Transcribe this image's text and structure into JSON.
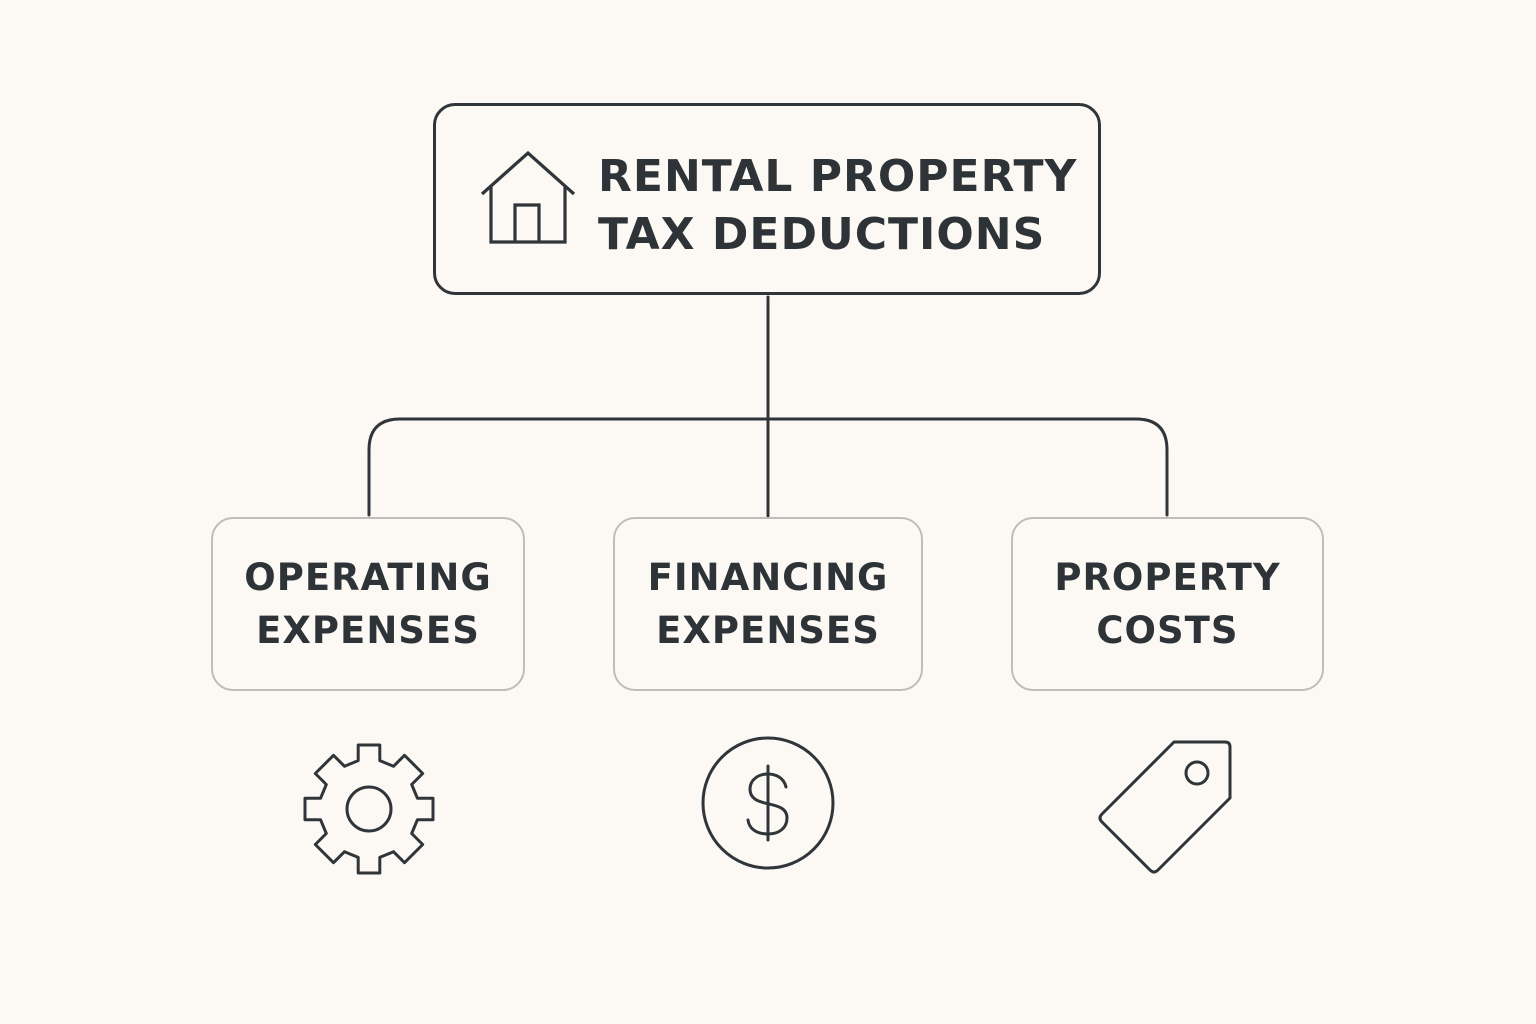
{
  "root": {
    "title": "RENTAL PROPERTY\nTAX DEDUCTIONS",
    "icon": "house-icon"
  },
  "categories": [
    {
      "label": "OPERATING\nEXPENSES",
      "icon": "gear-icon"
    },
    {
      "label": "FINANCING\nEXPENSES",
      "icon": "dollar-circle-icon"
    },
    {
      "label": "PROPERTY\nCOSTS",
      "icon": "price-tag-icon"
    }
  ],
  "colors": {
    "background": "#fcf9f5",
    "stroke": "#2f3538",
    "child_border": "#bdbdbb",
    "text": "#2d3336"
  }
}
